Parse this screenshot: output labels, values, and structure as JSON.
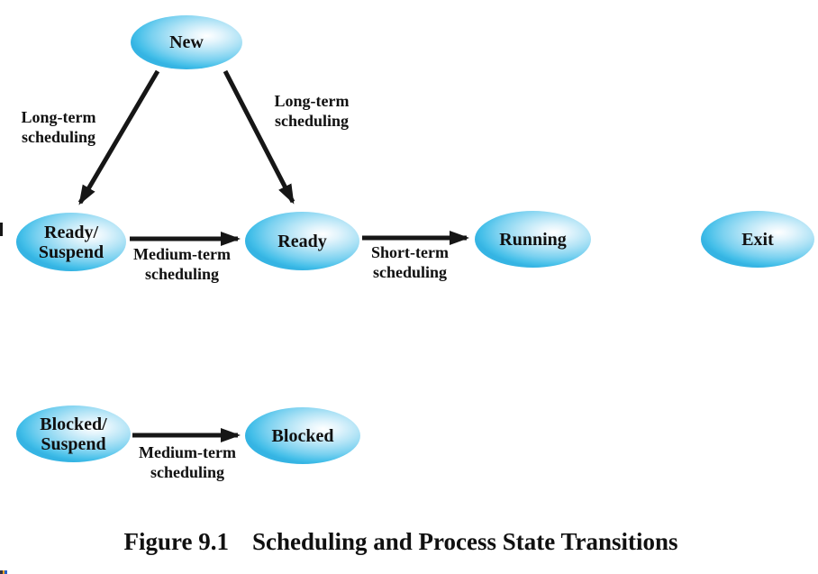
{
  "diagram": {
    "states": [
      {
        "name": "new",
        "lines": [
          "New"
        ]
      },
      {
        "name": "ready-suspend",
        "lines": [
          "Ready/",
          "Suspend"
        ]
      },
      {
        "name": "ready",
        "lines": [
          "Ready"
        ]
      },
      {
        "name": "running",
        "lines": [
          "Running"
        ]
      },
      {
        "name": "exit",
        "lines": [
          "Exit"
        ]
      },
      {
        "name": "blocked-suspend",
        "lines": [
          "Blocked/",
          "Suspend"
        ]
      },
      {
        "name": "blocked",
        "lines": [
          "Blocked"
        ]
      }
    ],
    "transition_labels": [
      {
        "name": "long-term-left",
        "lines": [
          "Long-term",
          "scheduling"
        ]
      },
      {
        "name": "long-term-right",
        "lines": [
          "Long-term",
          "scheduling"
        ]
      },
      {
        "name": "medium-term-middle",
        "lines": [
          "Medium-term",
          "scheduling"
        ]
      },
      {
        "name": "short-term",
        "lines": [
          "Short-term",
          "scheduling"
        ]
      },
      {
        "name": "medium-term-bottom",
        "lines": [
          "Medium-term",
          "scheduling"
        ]
      }
    ],
    "colors": {
      "ellipse_edge": "#35b4e3",
      "ellipse_mid": "#b3e4f6",
      "ellipse_highlight": "#ffffff",
      "arrow": "#161616",
      "text": "#101010"
    }
  },
  "caption": {
    "label": "Figure 9.1",
    "title": "Scheduling and Process State Transitions"
  }
}
